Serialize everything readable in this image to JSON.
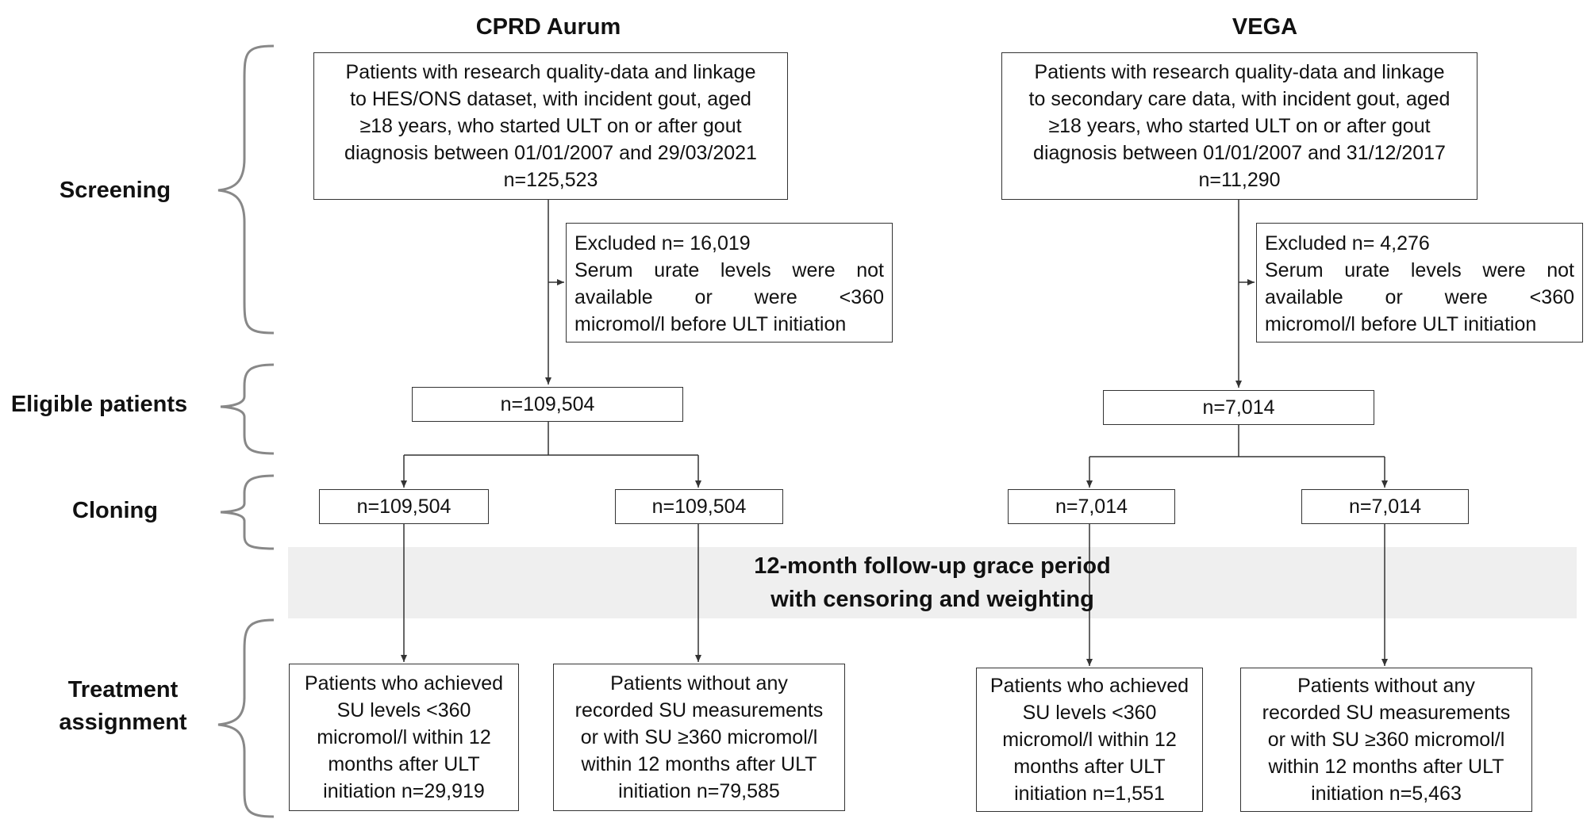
{
  "columns": {
    "left": {
      "title": "CPRD Aurum"
    },
    "right": {
      "title": "VEGA"
    }
  },
  "stages": {
    "screening": "Screening",
    "eligible": "Eligible patients",
    "cloning": "Cloning",
    "treatment_line1": "Treatment",
    "treatment_line2": "assignment"
  },
  "cprd": {
    "screening_box": [
      "Patients with research quality-data and linkage",
      "to HES/ONS dataset, with incident gout, aged",
      "≥18 years, who started ULT on or after gout",
      "diagnosis between 01/01/2007 and 29/03/2021",
      "n=125,523"
    ],
    "excluded": {
      "count": "Excluded n= 16,019",
      "reason_lines": [
        "Serum urate levels were not",
        "available or were <360"
      ],
      "reason_last": "micromol/l before ULT initiation"
    },
    "eligible": "n=109,504",
    "clone_a": "n=109,504",
    "clone_b": "n=109,504",
    "arm_a": [
      "Patients who achieved",
      "SU levels <360",
      "micromol/l within 12",
      "months after ULT",
      "initiation n=29,919"
    ],
    "arm_b": [
      "Patients without any",
      "recorded SU measurements",
      "or with SU ≥360 micromol/l",
      "within 12 months after ULT",
      "initiation n=79,585"
    ]
  },
  "vega": {
    "screening_box": [
      "Patients with research quality-data and linkage",
      "to secondary care data, with incident gout, aged",
      "≥18 years, who started ULT on or after gout",
      "diagnosis between 01/01/2007 and 31/12/2017",
      "n=11,290"
    ],
    "excluded": {
      "count": "Excluded n= 4,276",
      "reason_lines": [
        "Serum urate levels were not",
        "available or were <360"
      ],
      "reason_last": "micromol/l before ULT initiation"
    },
    "eligible": "n=7,014",
    "clone_a": "n=7,014",
    "clone_b": "n=7,014",
    "arm_a": [
      "Patients who achieved",
      "SU levels <360",
      "micromol/l within 12",
      "months after ULT",
      "initiation n=1,551"
    ],
    "arm_b": [
      "Patients without any",
      "recorded SU measurements",
      "or with SU ≥360 micromol/l",
      "within 12 months after ULT",
      "initiation n=5,463"
    ]
  },
  "grace_period": {
    "line1": "12-month follow-up grace period",
    "line2": "with censoring and weighting"
  },
  "colors": {
    "line": "#333333",
    "band": "#efefef",
    "brace": "#888888"
  }
}
